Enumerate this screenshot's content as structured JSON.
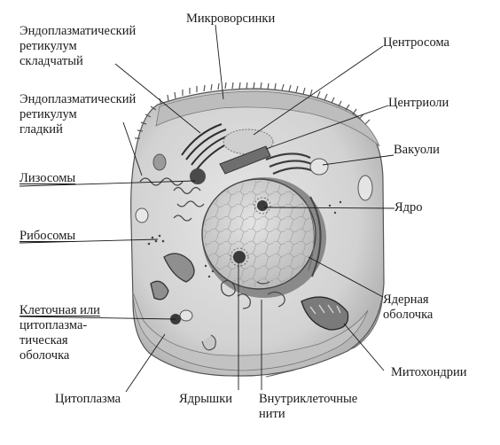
{
  "labels": {
    "er_rough_1": "Эндоплазматический",
    "er_rough_2": "ретикулум",
    "er_rough_3": "складчатый",
    "microvilli": "Микроворсинки",
    "centrosome": "Центросома",
    "er_smooth_1": "Эндоплазматический",
    "er_smooth_2": "ретикулум",
    "er_smooth_3": "гладкий",
    "centrioles": "Центриоли",
    "vacuoles": "Вакуоли",
    "lysosomes": "Лизосомы",
    "nucleus": "Ядро",
    "ribosomes": "Рибосомы",
    "nuclear_env_1": "Ядерная",
    "nuclear_env_2": "оболочка",
    "membrane_1": "Клеточная или",
    "membrane_2": "цитоплазма-",
    "membrane_3": "тическая",
    "membrane_4": "оболочка",
    "mitochondria": "Митохондрии",
    "cytoplasm": "Цитоплазма",
    "nucleoli": "Ядрышки",
    "filaments_1": "Внутриклеточные",
    "filaments_2": "нити"
  },
  "colors": {
    "ink": "#1a1a1a",
    "cytoplasm": "#d9d9d9",
    "cell_shadow": "#a9a9a9",
    "nucleus": "#d2d2d2",
    "organelle": "#8c8c8c"
  }
}
